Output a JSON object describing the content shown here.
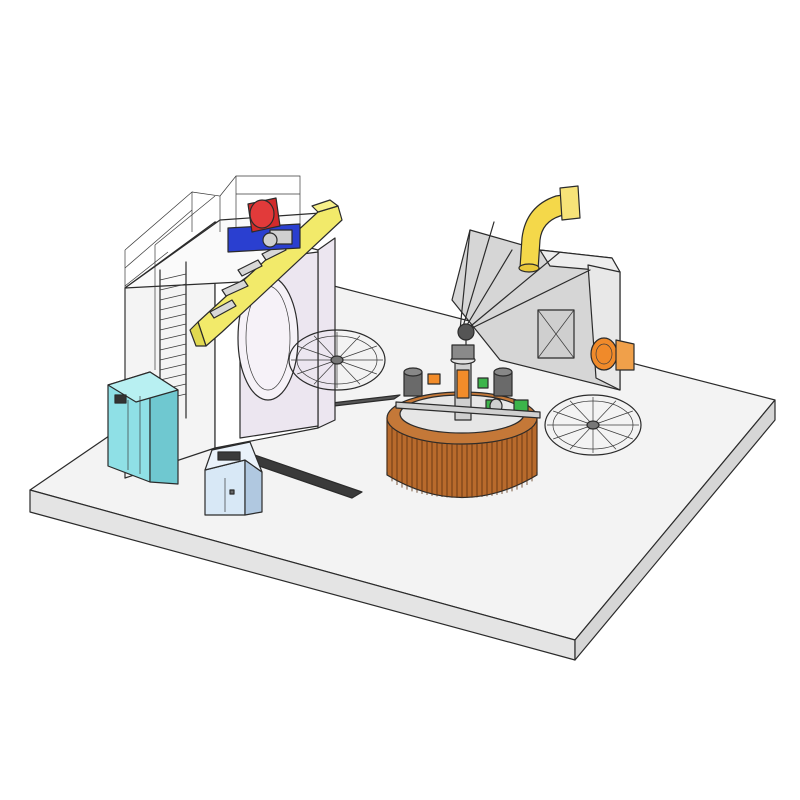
{
  "colors": {
    "background": "#ffffff",
    "platform_top": "#f3f3f3",
    "platform_side": "#e2e2e2",
    "cabinet_teal": "#8fe0e6",
    "console_blue": "#d8e8f6",
    "oven_wall": "#ece6f0",
    "yellow_frame": "#f2ea6a",
    "duct_yellow": "#f4d84a",
    "motor_red": "#d12a2a",
    "motor_blue": "#2a3fd0",
    "carousel_copper": "#b86a2c",
    "carousel_dark": "#5a3010",
    "spindle_orange": "#f28c2a",
    "motor_green": "#3cb44a",
    "cooling_grey": "#d6d6d6",
    "fan_orange": "#f08a2a"
  },
  "components": [
    {
      "id": "base-platform",
      "icon": "platform-slab"
    },
    {
      "id": "oven-chamber",
      "icon": "oven-box"
    },
    {
      "id": "access-ladder",
      "icon": "ladder"
    },
    {
      "id": "top-railing",
      "icon": "railing"
    },
    {
      "id": "burner-unit",
      "icon": "burner"
    },
    {
      "id": "electrical-cabinet",
      "icon": "cabinet"
    },
    {
      "id": "control-console",
      "icon": "console"
    },
    {
      "id": "guide-rail",
      "icon": "rail"
    },
    {
      "id": "spider-arm-left",
      "icon": "wheel"
    },
    {
      "id": "spider-arm-right",
      "icon": "wheel"
    },
    {
      "id": "rotary-carousel",
      "icon": "carousel"
    },
    {
      "id": "cooling-station",
      "icon": "cooling-hood"
    },
    {
      "id": "exhaust-duct",
      "icon": "duct"
    },
    {
      "id": "cooling-fan",
      "icon": "fan"
    }
  ]
}
